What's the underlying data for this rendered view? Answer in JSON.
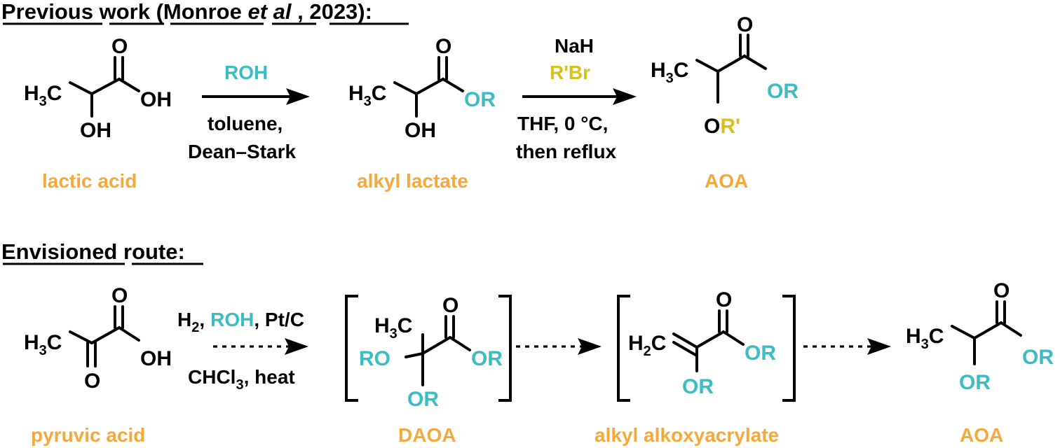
{
  "colors": {
    "orange": "#F6A93B",
    "teal": "#3CBCC3",
    "yellow": "#D6C21A",
    "black": "#000000"
  },
  "previous": {
    "heading": {
      "w1": "Previous",
      "w2": "work",
      "p1": "(Monroe",
      "etal": "et al",
      "p2": ", 2023):"
    },
    "lactic_acid": {
      "label": "lactic acid",
      "h": "H",
      "sub3": "3",
      "c": "C",
      "o": "O",
      "oh_acid": "OH",
      "oh": "OH"
    },
    "step1": {
      "reagent": "ROH",
      "cond1": "toluene,",
      "cond2": "Dean–Stark"
    },
    "alkyl_lactate": {
      "label": "alkyl lactate",
      "h": "H",
      "sub3": "3",
      "c": "C",
      "o": "O",
      "or": "OR",
      "oh": "OH"
    },
    "step2": {
      "reagent1": "NaH",
      "reagent2": "R'Br",
      "cond1": "THF, 0 °C,",
      "cond2": "then reflux"
    },
    "aoa": {
      "label": "AOA",
      "h": "H",
      "sub3": "3",
      "c": "C",
      "o": "O",
      "or": "OR",
      "o2": "O",
      "r_prime": "R'"
    }
  },
  "envisioned": {
    "heading": {
      "w1": "Envisioned",
      "w2": "route:"
    },
    "pyruvic_acid": {
      "label": "pyruvic acid",
      "h": "H",
      "sub3": "3",
      "c": "C",
      "o": "O",
      "oh": "OH",
      "o_keto": "O"
    },
    "step1": {
      "h": "H",
      "sub2": "2",
      "comma": ",",
      "roh": "ROH",
      "pt": ", Pt/C",
      "chcl": "CHCl",
      "sub3": "3",
      "heat": ", heat"
    },
    "daoa": {
      "label": "DAOA",
      "h": "H",
      "sub3": "3",
      "c": "C",
      "o": "O",
      "ro": "RO",
      "or1": "OR",
      "or2": "OR"
    },
    "acrylate": {
      "label": "alkyl alkoxyacrylate",
      "h": "H",
      "sub2": "2",
      "c": "C",
      "o": "O",
      "or1": "OR",
      "or2": "OR"
    },
    "aoa": {
      "label": "AOA",
      "h": "H",
      "sub3": "3",
      "c": "C",
      "o": "O",
      "or1": "OR",
      "or2": "OR"
    }
  }
}
